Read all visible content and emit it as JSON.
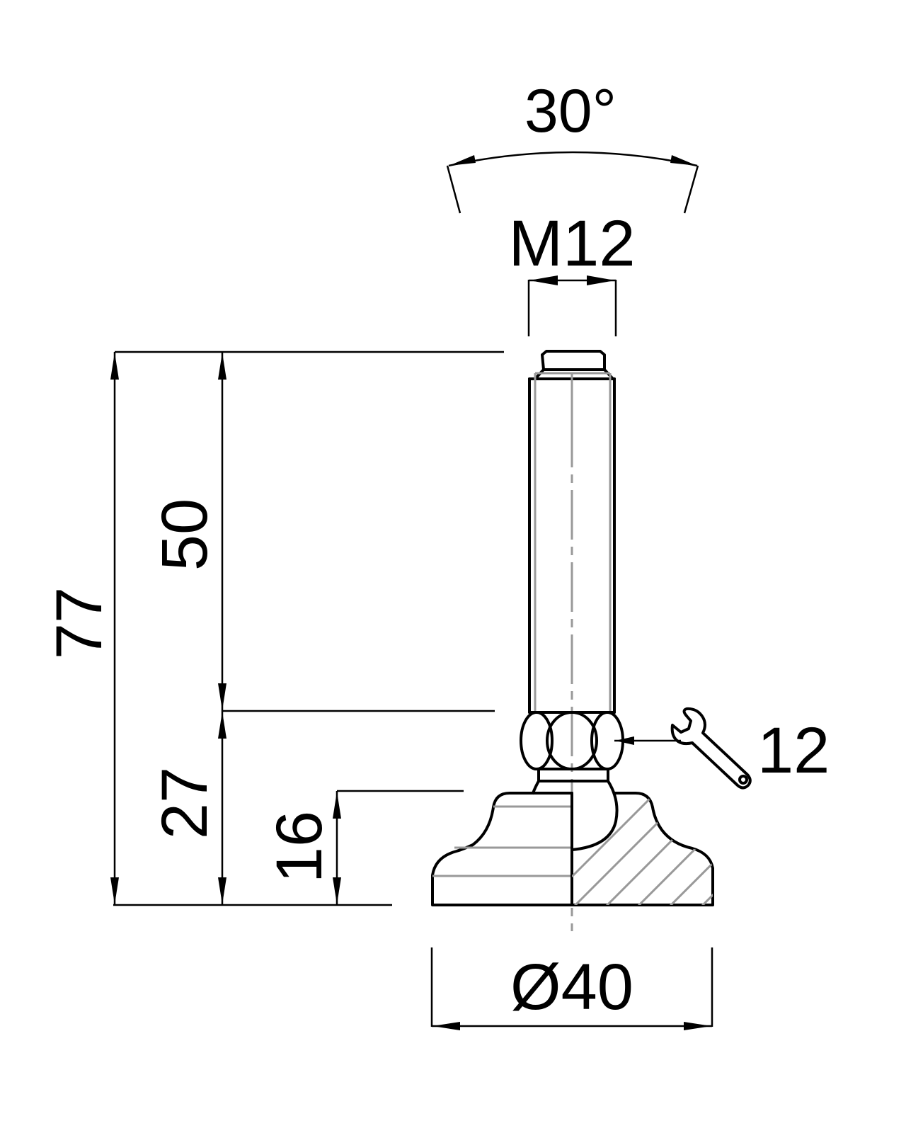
{
  "drawing": {
    "title": "Leveling foot technical drawing",
    "colors": {
      "outline": "#000000",
      "hidden_hatch": "#999999",
      "background": "#ffffff"
    },
    "dimensions": {
      "swivel_angle": "30°",
      "thread": "M12",
      "overall_height": "77",
      "thread_length": "50",
      "base_height": "27",
      "pad_height": "16",
      "base_diameter": "Ø40",
      "wrench_size": "12"
    },
    "icons": {
      "wrench": "wrench-icon"
    }
  }
}
